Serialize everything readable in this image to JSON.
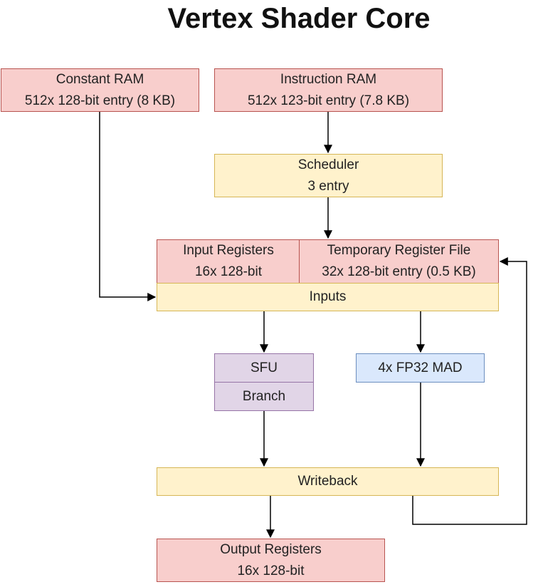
{
  "title": "Vertex Shader Core",
  "constant_ram": {
    "name": "Constant RAM",
    "detail": "512x 128-bit entry (8 KB)"
  },
  "instruction_ram": {
    "name": "Instruction RAM",
    "detail": "512x 123-bit entry (7.8 KB)"
  },
  "scheduler": {
    "name": "Scheduler",
    "detail": "3 entry"
  },
  "input_registers": {
    "name": "Input Registers",
    "detail": "16x 128-bit"
  },
  "temp_register_file": {
    "name": "Temporary Register File",
    "detail": "32x 128-bit entry (0.5 KB)"
  },
  "inputs": {
    "name": "Inputs"
  },
  "sfu": {
    "name": "SFU"
  },
  "branch": {
    "name": "Branch"
  },
  "mad": {
    "name": "4x FP32 MAD"
  },
  "writeback": {
    "name": "Writeback"
  },
  "output_registers": {
    "name": "Output Registers",
    "detail": "16x 128-bit"
  },
  "colors": {
    "memory_fill": "#f8cecc",
    "memory_stroke": "#b85450",
    "stage_fill": "#fff2cc",
    "stage_stroke": "#d6b656",
    "special_fill": "#e1d5e7",
    "special_stroke": "#9673a6",
    "alu_fill": "#dae8fc",
    "alu_stroke": "#6c8ebf"
  }
}
